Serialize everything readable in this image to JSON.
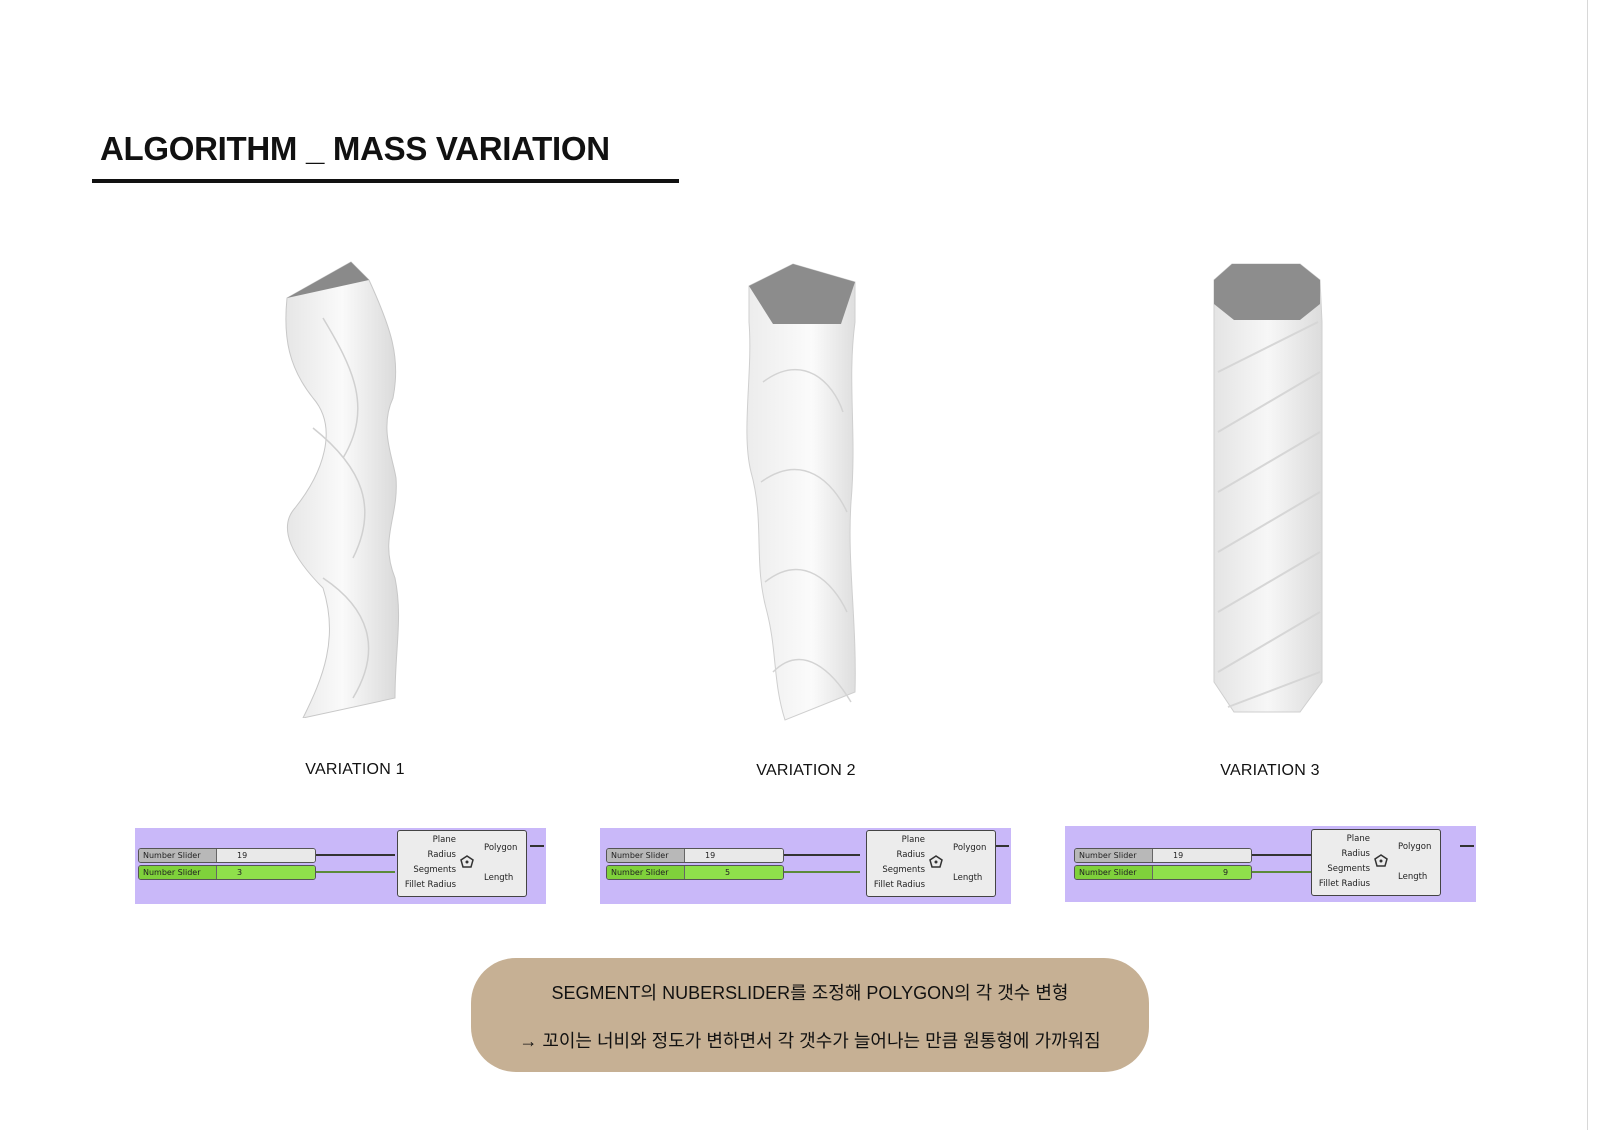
{
  "header": {
    "title": "ALGORITHM _ MASS VARIATION"
  },
  "variations": [
    {
      "label": "VARIATION 1",
      "segments_slider": {
        "name": "Number Slider",
        "value": "3"
      },
      "radius_slider": {
        "name": "Number Slider",
        "value": "19"
      }
    },
    {
      "label": "VARIATION 2",
      "segments_slider": {
        "name": "Number Slider",
        "value": "5"
      },
      "radius_slider": {
        "name": "Number Slider",
        "value": "19"
      }
    },
    {
      "label": "VARIATION 3",
      "segments_slider": {
        "name": "Number Slider",
        "value": "9"
      },
      "radius_slider": {
        "name": "Number Slider",
        "value": "19"
      }
    }
  ],
  "polygon_component": {
    "inputs": [
      "Plane",
      "Radius",
      "Segments",
      "Fillet Radius"
    ],
    "outputs": [
      "Polygon",
      "Length"
    ]
  },
  "note": {
    "line1": "SEGMENT의 NUBERSLIDER를 조정해 POLYGON의 각 갯수 변형",
    "line2": "→ 꼬이는 너비와 정도가 변하면서 각 갯수가 늘어나는 만큼 원통형에 가까워짐"
  },
  "colors": {
    "panel": "#c9b8f9",
    "slider_active": "#8fe04b",
    "note_bg": "#c6b094"
  }
}
